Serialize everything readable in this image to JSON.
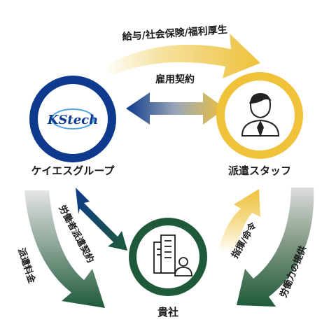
{
  "nodes": {
    "group": {
      "label": "ケイエスグループ",
      "logo_text": "KStech"
    },
    "staff": {
      "label": "派遣スタッフ",
      "icon": "person-icon"
    },
    "client": {
      "label": "貴社",
      "icon": "building-person-icon"
    }
  },
  "arrows": {
    "top_flow": {
      "label": "給与/社会保険/福利厚生"
    },
    "employment": {
      "label": "雇用契約"
    },
    "dispatch_contract": {
      "label": "労働者派遣契約"
    },
    "fee": {
      "label": "派遣料金"
    },
    "instruction": {
      "label": "指揮/命令"
    },
    "labor": {
      "label": "労働力の提供"
    }
  },
  "colors": {
    "navy": "#0d3a8c",
    "gold": "#f0c23a",
    "green": "#1e5a3a",
    "grey": "#d9d9d9"
  }
}
